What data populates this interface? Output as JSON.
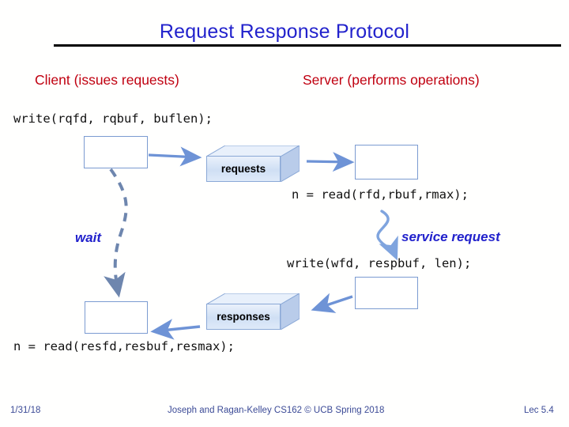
{
  "slide": {
    "title": "Request Response Protocol",
    "columns": {
      "client": "Client (issues requests)",
      "server": "Server (performs operations)"
    },
    "code": {
      "client_write": "write(rqfd, rqbuf, buflen);",
      "server_read": "n = read(rfd,rbuf,rmax);",
      "server_write": "write(wfd, respbuf, len);",
      "client_read": "n = read(resfd,resbuf,resmax);"
    },
    "channels": {
      "requests": "requests",
      "responses": "responses"
    },
    "annotations": {
      "wait": "wait",
      "service_request": "service request"
    },
    "colors": {
      "title_blue": "#2222CC",
      "heading_red": "#C00010",
      "arrow_blue": "#6E93D6",
      "dashed_blue": "#6E86AE",
      "box_border": "#7B9BD1",
      "slab_fill": "#cfdff4",
      "footer_navy": "#3B4A96",
      "rule_black": "#000000"
    }
  },
  "footer": {
    "date": "1/31/18",
    "attribution": "Joseph and Ragan-Kelley CS162 © UCB Spring 2018",
    "lecture": "Lec 5.4"
  }
}
